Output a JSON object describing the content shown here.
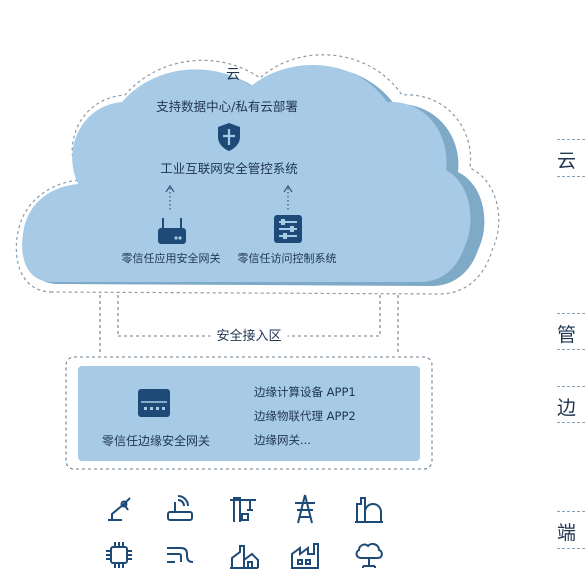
{
  "cloud": {
    "title": "云",
    "subtitle": "支持数据中心/私有云部署",
    "system": "工业互联网安全管控系统",
    "left_component": "零信任应用安全网关",
    "right_component": "零信任访问控制系统"
  },
  "access_zone": {
    "label": "安全接入区"
  },
  "edge": {
    "gateway": "零信任边缘安全网关",
    "items": [
      "边缘计算设备  APP1",
      "边缘物联代理  APP2",
      "边缘网关..."
    ]
  },
  "side_labels": [
    "云",
    "管",
    "边",
    "端"
  ],
  "terminal_icons": [
    "robot-arm-icon",
    "router-icon",
    "crane-icon",
    "power-tower-icon",
    "factory-tank-icon",
    "chip-icon",
    "pipeline-icon",
    "industrial-plant-icon",
    "factory-icon",
    "cloud-network-icon"
  ],
  "colors": {
    "cloud_fill": "#a7cbe6",
    "cloud_shadow": "#7eaac8",
    "text": "#1f3550",
    "icon": "#1e4a78"
  }
}
